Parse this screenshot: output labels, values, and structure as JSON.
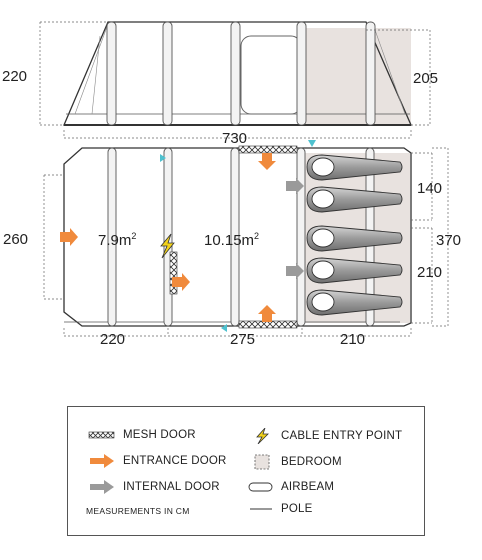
{
  "dimensions": {
    "side_left_height": "220",
    "side_right_height": "205",
    "total_length": "730",
    "width_left": "260",
    "width_right": "370",
    "bedroom_depth_top": "140",
    "bedroom_depth_bottom": "210",
    "seg_front": "220",
    "seg_middle": "275",
    "seg_bedroom": "210"
  },
  "areas": {
    "front_number": "7.9m",
    "front_sup": "2",
    "main_number": "10.15m",
    "main_sup": "2"
  },
  "legend": {
    "mesh_door": "MESH DOOR",
    "entrance_door": "ENTRANCE DOOR",
    "internal_door": "INTERNAL DOOR",
    "cable_entry": "CABLE ENTRY POINT",
    "bedroom": "BEDROOM",
    "airbeam": "AIRBEAM",
    "pole": "POLE",
    "units": "MEASUREMENTS IN CM"
  },
  "colors": {
    "entrance_arrow": "#f08a3c",
    "internal_arrow": "#9a9a9a",
    "bedroom_fill": "#e8e2df",
    "cable_bolt": "#f2d21b",
    "marker": "#4ec1cf"
  },
  "icons": {
    "mesh_door": "mesh-door-icon",
    "entrance_door": "entrance-arrow-icon",
    "internal_door": "internal-arrow-icon",
    "cable_entry": "lightning-bolt-icon",
    "bedroom": "bedroom-square-icon",
    "airbeam": "airbeam-capsule-icon",
    "pole": "pole-line-icon"
  }
}
